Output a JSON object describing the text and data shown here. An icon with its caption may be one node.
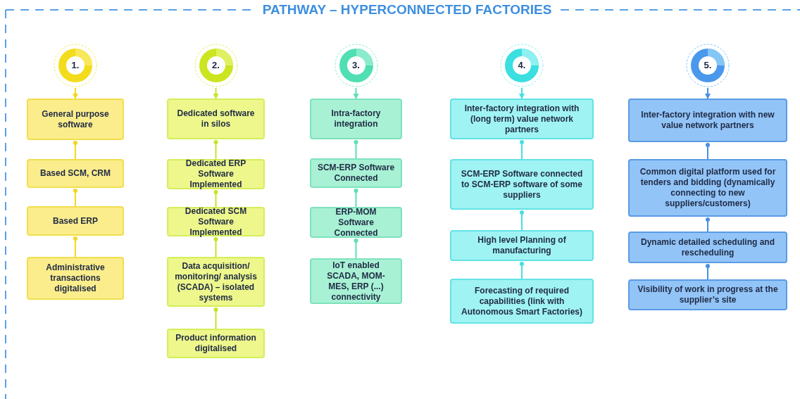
{
  "diagram": {
    "title": "PATHWAY – HYPERCONNECTED FACTORIES",
    "nodes": [
      {
        "text": [
          "1."
        ]
      },
      {
        "text": [
          "General purpose software"
        ]
      },
      {
        "text": [
          "Based SCM, CRM"
        ]
      },
      {
        "text": [
          "Based ERP"
        ]
      },
      {
        "text": [
          "Administrative transactions digitalised"
        ]
      },
      {
        "text": [
          "2."
        ]
      },
      {
        "text": [
          "Dedicated software in silos"
        ]
      },
      {
        "text": [
          "Dedicated ERP Software Implemented"
        ]
      },
      {
        "text": [
          "Dedicated SCM Software Implemented"
        ]
      },
      {
        "text": [
          "Data acquisition/ monitoring/ analysis (SCADA) – isolated systems"
        ]
      },
      {
        "text": [
          "Product information digitalised"
        ]
      },
      {
        "text": [
          "3."
        ]
      },
      {
        "text": [
          "Intra-factory integration"
        ]
      },
      {
        "text": [
          "SCM-ERP Software Connected"
        ]
      },
      {
        "text": [
          "ERP-MOM Software Connected"
        ]
      },
      {
        "text": [
          "IoT enabled SCADA, MOM-MES, ERP (...) connectivity"
        ]
      },
      {
        "text": [
          "4."
        ]
      },
      {
        "text": [
          "Inter-factory integration with (long term) value network partners"
        ]
      },
      {
        "text": [
          "SCM-ERP Software connected to SCM-ERP software of some suppliers"
        ]
      },
      {
        "text": [
          "High level Planning of manufacturing"
        ]
      },
      {
        "text": [
          "Forecasting of required capabilities (link with Autonomous Smart Factories)"
        ]
      },
      {
        "text": [
          "5."
        ]
      },
      {
        "text": [
          "Inter-factory integration with new value network partners"
        ]
      },
      {
        "text": [
          "Common digital platform used for tenders and bidding (dynamically connecting to new suppliers/customers)"
        ]
      },
      {
        "text": [
          "Dynamic detailed scheduling and rescheduling"
        ]
      },
      {
        "text": [
          "Visibility of work in progress at the supplier’s site"
        ]
      }
    ],
    "edges": [
      {
        "from": 0,
        "to": 1,
        "arrow": "to",
        "color": "#f2d81c"
      },
      {
        "from": 1,
        "to": 2,
        "arrow": "other",
        "color": "#f2d81c"
      },
      {
        "from": 2,
        "to": 3,
        "arrow": "other",
        "color": "#f2d81c"
      },
      {
        "from": 3,
        "to": 4,
        "arrow": "other",
        "color": "#f2d81c"
      },
      {
        "from": 5,
        "to": 6,
        "arrow": "to",
        "color": "#c8e22a"
      },
      {
        "from": 6,
        "to": 7,
        "arrow": "other",
        "color": "#c8e22a"
      },
      {
        "from": 7,
        "to": 8,
        "arrow": "other",
        "color": "#c8e22a"
      },
      {
        "from": 8,
        "to": 9,
        "arrow": "other",
        "color": "#c8e22a"
      },
      {
        "from": 9,
        "to": 10,
        "arrow": "other",
        "color": "#c8e22a"
      },
      {
        "from": 11,
        "to": 12,
        "arrow": "to",
        "color": "#5fe0b4"
      },
      {
        "from": 12,
        "to": 13,
        "arrow": "other",
        "color": "#5fe0b4"
      },
      {
        "from": 13,
        "to": 14,
        "arrow": "other",
        "color": "#5fe0b4"
      },
      {
        "from": 14,
        "to": 15,
        "arrow": "other",
        "color": "#5fe0b4"
      },
      {
        "from": 16,
        "to": 17,
        "arrow": "to",
        "color": "#45dfe2"
      },
      {
        "from": 17,
        "to": 18,
        "arrow": "other",
        "color": "#45dfe2"
      },
      {
        "from": 18,
        "to": 19,
        "arrow": "other",
        "color": "#45dfe2"
      },
      {
        "from": 19,
        "to": 20,
        "arrow": "other",
        "color": "#45dfe2"
      },
      {
        "from": 21,
        "to": 22,
        "arrow": "to",
        "color": "#4a90e2"
      },
      {
        "from": 22,
        "to": 23,
        "arrow": "other",
        "color": "#4a90e2"
      },
      {
        "from": 23,
        "to": 24,
        "arrow": "other",
        "color": "#4a90e2"
      },
      {
        "from": 24,
        "to": 25,
        "arrow": "other",
        "color": "#4a90e2"
      }
    ]
  }
}
